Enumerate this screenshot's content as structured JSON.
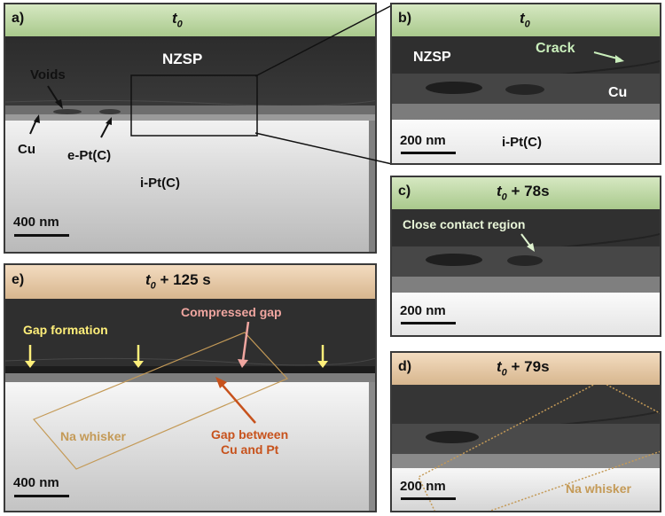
{
  "panels": {
    "a": {
      "label": "a)",
      "time": "t",
      "time_sub": "0",
      "labels": {
        "nzsp": "NZSP",
        "voids": "Voids",
        "cu": "Cu",
        "ept": "e-Pt(C)",
        "ipt": "i-Pt(C)"
      },
      "scale": "400 nm"
    },
    "b": {
      "label": "b)",
      "time": "t",
      "time_sub": "0",
      "labels": {
        "nzsp": "NZSP",
        "crack": "Crack",
        "cu": "Cu",
        "ipt": "i-Pt(C)"
      },
      "scale": "200 nm"
    },
    "c": {
      "label": "c)",
      "time": "t",
      "time_sub": "0",
      "time_suffix": " + 78s",
      "labels": {
        "close_contact": "Close contact region"
      },
      "scale": "200 nm"
    },
    "d": {
      "label": "d)",
      "time": "t",
      "time_sub": "0",
      "time_suffix": " + 79s",
      "labels": {
        "na_whisker": "Na whisker"
      },
      "scale": "200 nm"
    },
    "e": {
      "label": "e)",
      "time": "t",
      "time_sub": "0",
      "time_suffix": " + 125 s",
      "labels": {
        "gap_formation": "Gap formation",
        "compressed_gap": "Compressed gap",
        "gap_between_1": "Gap between",
        "gap_between_2": "Cu and Pt",
        "na_whisker": "Na whisker"
      },
      "scale": "400 nm"
    }
  },
  "colors": {
    "header_green": "#b8d79e",
    "header_tan": "#e4c6a0",
    "nzsp": "#2f2f2f",
    "pt": "#d8d8d8",
    "crack_label": "#c9eebb",
    "gap_formation": "#ffef7a",
    "compressed_gap": "#f0a6a0",
    "gap_between": "#c7521c",
    "na_whisker": "#c49a57"
  }
}
